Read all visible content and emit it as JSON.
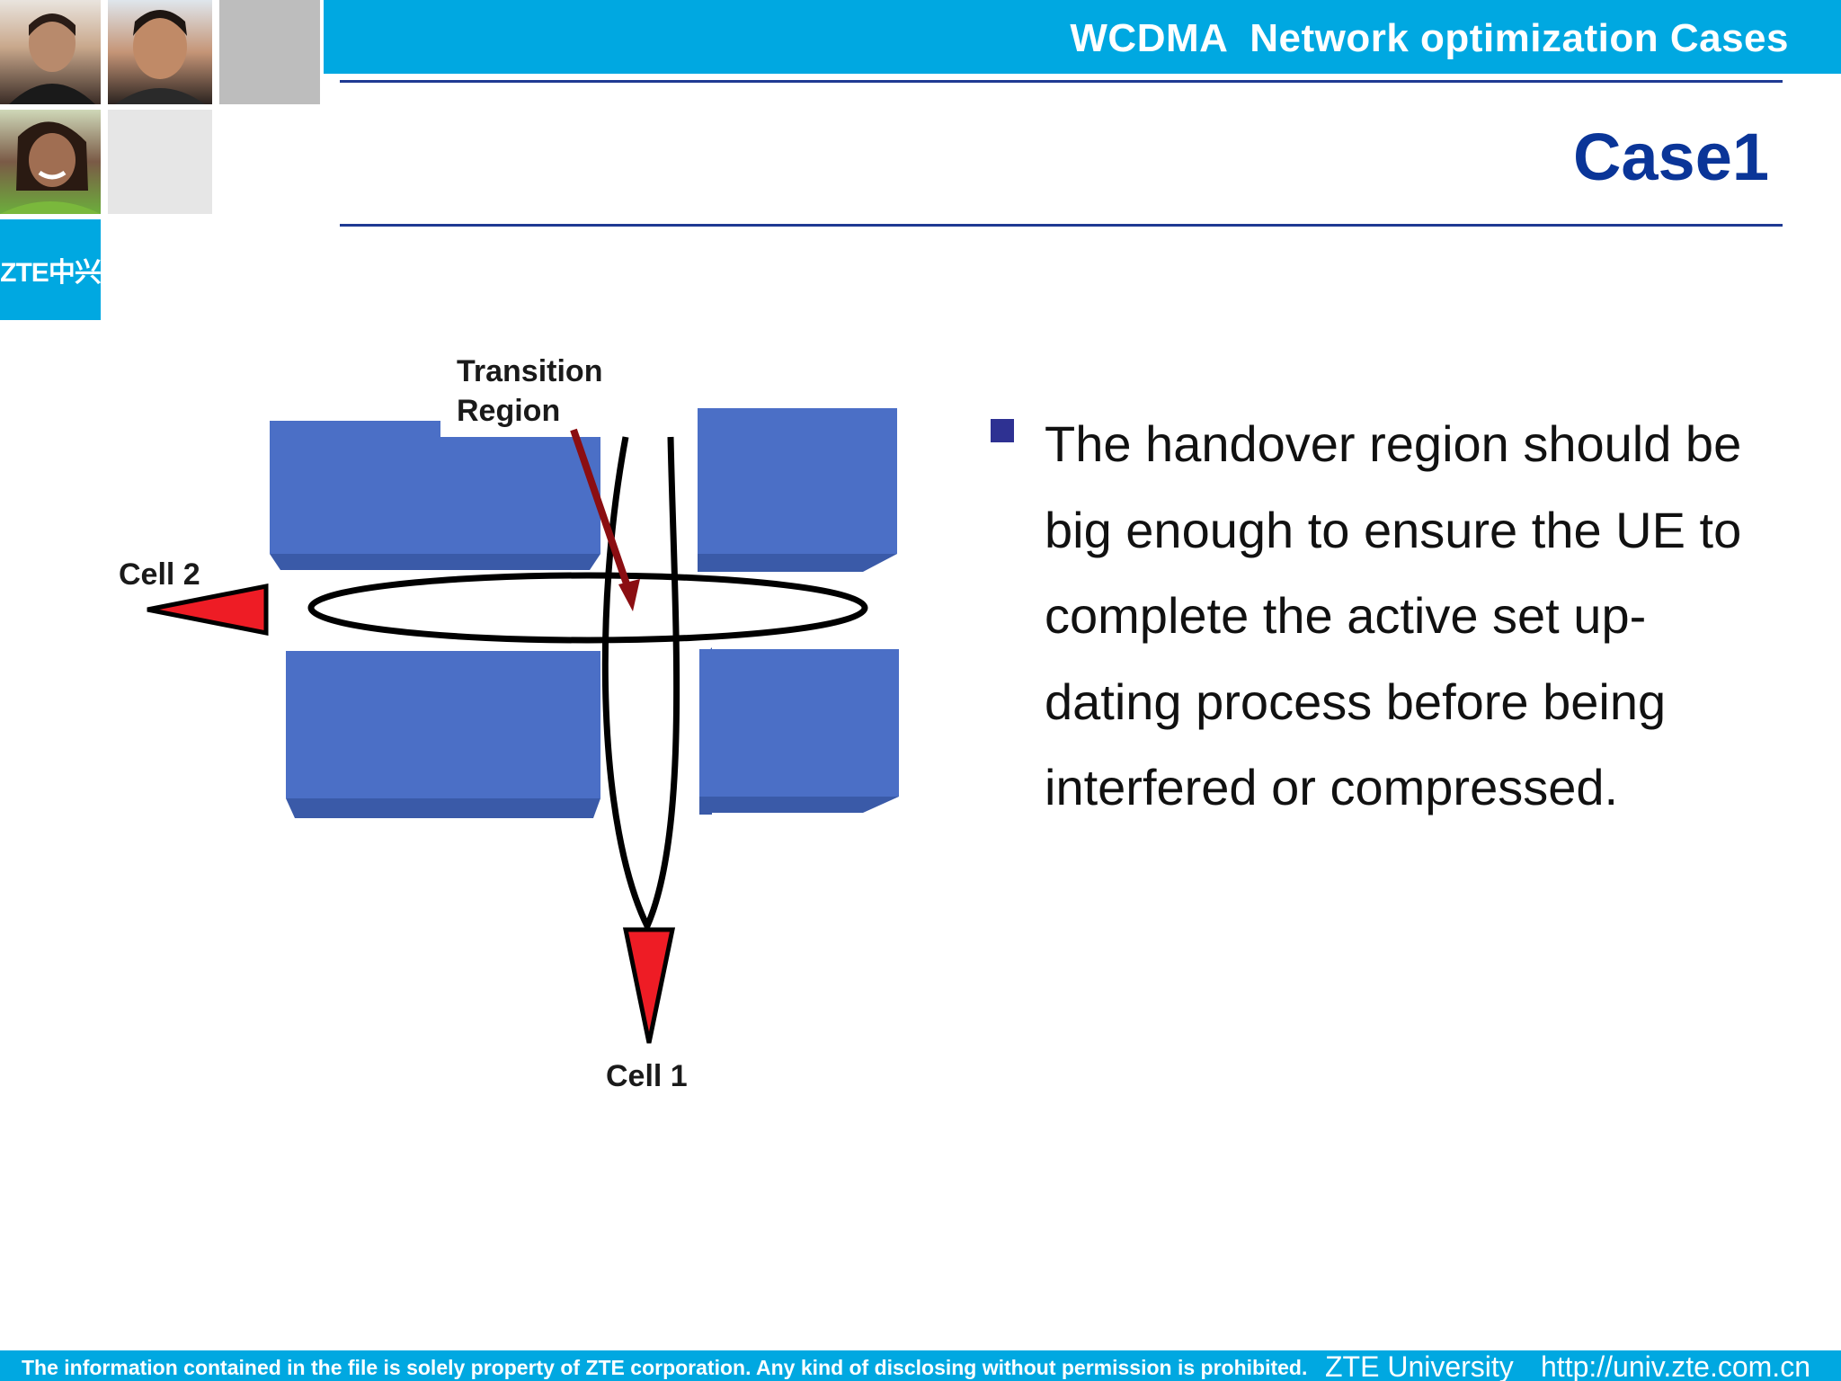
{
  "header": {
    "banner_title": "WCDMA  Network optimization Cases",
    "case_title": "Case1"
  },
  "logo": {
    "text": "ZTE中兴"
  },
  "diagram": {
    "transition_label_line1": "Transition",
    "transition_label_line2": "Region",
    "cell2_label": "Cell 2",
    "cell1_label": "Cell 1",
    "colors": {
      "building": "#4b6fc6",
      "building_shadow": "#3a5aa8",
      "arrow": "#ee1c25",
      "pointer": "#8b0e12"
    }
  },
  "bullet": {
    "text": "The handover region should be big enough to ensure the UE to complete the active set up-dating process before being interfered or compressed."
  },
  "footer": {
    "notice": "The information contained in the file is solely property of ZTE corporation. Any kind of disclosing without permission is prohibited.",
    "university": "ZTE University",
    "url": "http://univ.zte.com.cn"
  }
}
